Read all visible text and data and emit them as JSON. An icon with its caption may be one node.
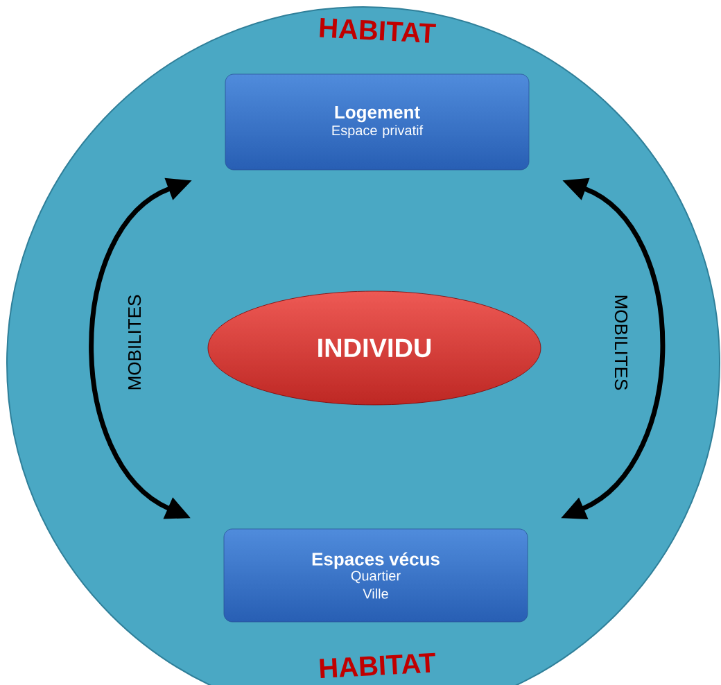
{
  "diagram": {
    "nodes": [
      {
        "text": [
          "HABITAT",
          "HABITAT"
        ]
      },
      {
        "text": [
          "Logement",
          "Espace privatif"
        ],
        "in": 0
      },
      {
        "text": [
          "INDIVIDU"
        ],
        "in": 0
      },
      {
        "text": [
          "Espaces vécus",
          "Quartier Ville"
        ],
        "in": 0
      }
    ],
    "edges": [
      {
        "from": 1,
        "to": 3,
        "arrow": "both",
        "label": "MOBILITES"
      },
      {
        "from": 1,
        "to": 3,
        "arrow": "both",
        "label": "MOBILITES"
      }
    ]
  }
}
